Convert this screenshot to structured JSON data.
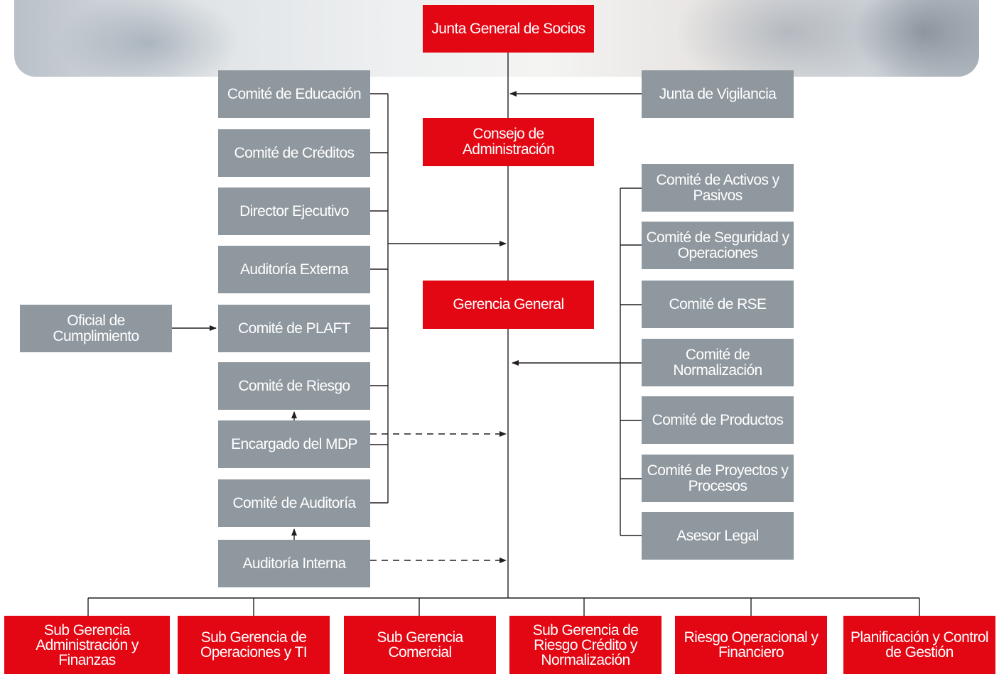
{
  "top": {
    "junta_general": "Junta General de Socios",
    "consejo": "Consejo de Administración",
    "gerencia": "Gerencia General"
  },
  "left": {
    "educacion": "Comité de Educación",
    "creditos": "Comité de Créditos",
    "director": "Director Ejecutivo",
    "auditoria_externa": "Auditoría Externa",
    "plaft": "Comité de PLAFT",
    "riesgo": "Comité de Riesgo",
    "mdp": "Encargado del MDP",
    "comite_auditoria": "Comité de Auditoría",
    "auditoria_interna": "Auditoría Interna",
    "oficial": "Oficial de Cumplimiento"
  },
  "right": {
    "vigilancia": "Junta de Vigilancia",
    "activos": "Comité de Activos y Pasivos",
    "seguridad": "Comité de Seguridad y Operaciones",
    "rse": "Comité de RSE",
    "normalizacion": "Comité de Normalización",
    "productos": "Comité de Productos",
    "proyectos": "Comité de Proyectos y Procesos",
    "asesor": "Asesor Legal"
  },
  "bottom": {
    "adm_finanzas": "Sub Gerencia Administración y Finanzas",
    "operaciones_ti": "Sub Gerencia de Operaciones y TI",
    "comercial": "Sub Gerencia Comercial",
    "riesgo_credito": "Sub Gerencia de Riesgo Crédito y Normalización",
    "riesgo_operacional": "Riesgo Operacional y Financiero",
    "planificacion": "Planificación y Control de Gestión"
  },
  "colors": {
    "red": "#e30613",
    "gray": "#8f989f",
    "line": "#231f20"
  }
}
